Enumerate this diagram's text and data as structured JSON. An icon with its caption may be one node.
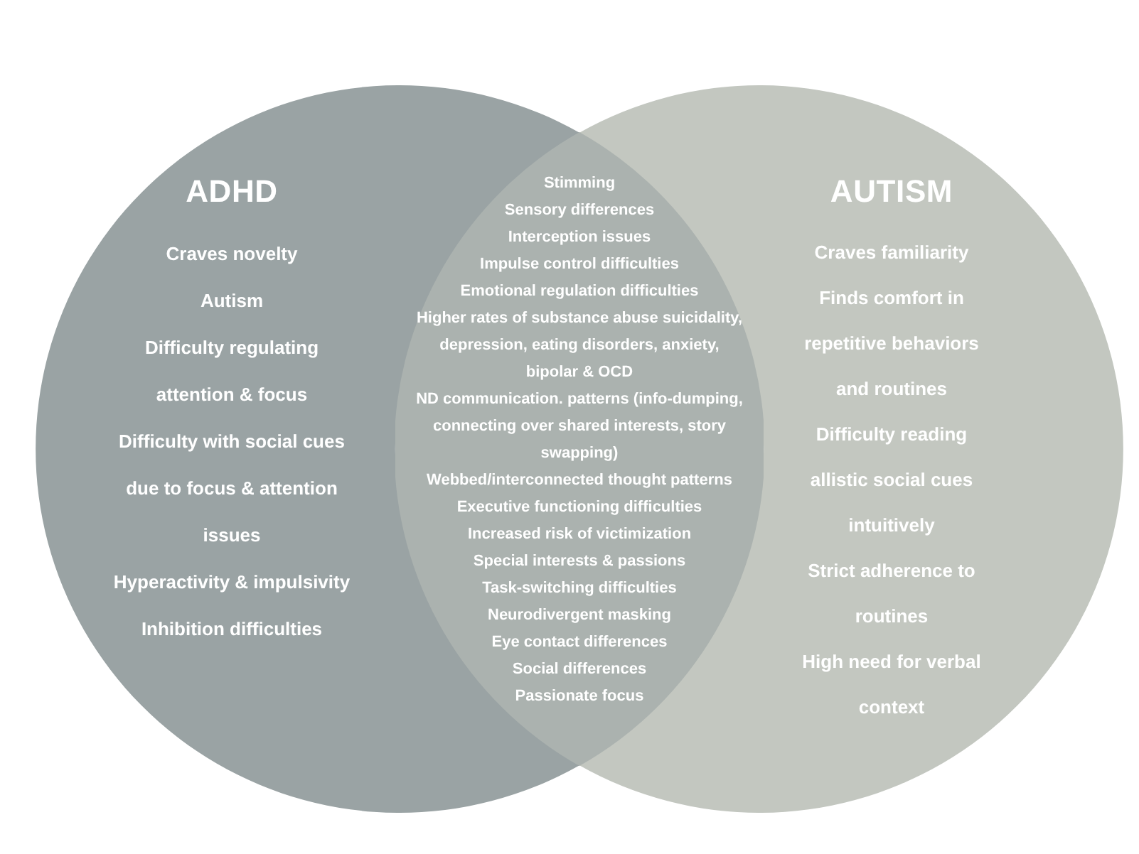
{
  "diagram": {
    "nodes": [
      {
        "text": [
          "ADHD",
          "Craves novelty",
          "Autism",
          "Difficulty regulating attention & focus",
          "Difficulty with social cues due to focus & attention issues",
          "Hyperactivity & impulsivity",
          "Inhibition difficulties"
        ]
      },
      {
        "text": [
          "AUTISM",
          "Craves familiarity",
          "Finds comfort in repetitive behaviors and routines",
          "Difficulty reading allistic social cues intuitively",
          "Strict adherence to routines",
          "High need for verbal context"
        ]
      },
      {
        "text": [
          "Stimming",
          "Sensory differences",
          "Interception issues",
          "Impulse control difficulties",
          "Emotional regulation difficulties",
          "Higher rates of substance abuse suicidality, depression, eating disorders, anxiety, bipolar & OCD",
          "ND communication. patterns (info-dumping, connecting over shared interests, story swapping)",
          "Webbed/interconnected thought patterns",
          "Executive functioning difficulties",
          "Increased risk of victimization",
          "Special interests & passions",
          "Task-switching difficulties",
          "Neurodivergent masking",
          "Eye contact differences",
          "Social differences",
          "Passionate focus"
        ]
      }
    ]
  }
}
